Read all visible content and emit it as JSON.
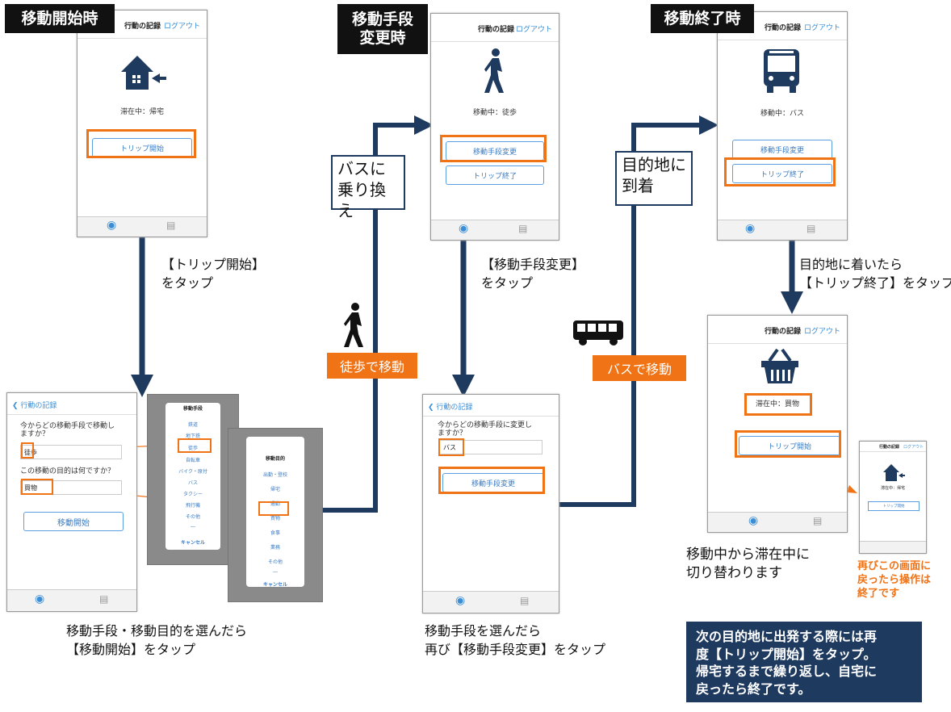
{
  "tags": {
    "start": "移動開始時",
    "change_line1": "移動手段",
    "change_line2": "変更時",
    "end": "移動終了時"
  },
  "app": {
    "title": "行動の記録",
    "logout": "ログアウト",
    "back": "行動の記録"
  },
  "phone1": {
    "status": "滞在中：帰宅",
    "button": "トリップ開始"
  },
  "phone2": {
    "status": "移動中：徒歩",
    "button_change": "移動手段変更",
    "button_end": "トリップ終了"
  },
  "phone3": {
    "status": "移動中：バス",
    "button_change": "移動手段変更",
    "button_end": "トリップ終了"
  },
  "phone4": {
    "status": "滞在中：買物",
    "button": "トリップ開始"
  },
  "phone_small": {
    "title": "行動の記録",
    "logout": "ログアウト",
    "status": "滞在中：帰宅",
    "button": "トリップ開始"
  },
  "form1": {
    "q1": "今からどの移動手段で移動しますか？",
    "v1": "徒歩",
    "q2": "この移動の目的は何ですか？",
    "v2": "買物",
    "button": "移動開始"
  },
  "modal_mode": {
    "title": "移動手段",
    "options": [
      "鉄道",
      "地下鉄",
      "徒歩",
      "自転車",
      "バイク・原付",
      "バス",
      "タクシー",
      "飛行機",
      "その他",
      "―"
    ],
    "cancel": "キャンセル"
  },
  "modal_purpose": {
    "title": "移動目的",
    "options": [
      "出勤・登校",
      "帰宅",
      "通勤",
      "買物",
      "食事",
      "業務",
      "その他",
      "―"
    ],
    "cancel": "キャンセル"
  },
  "form2": {
    "q1": "今からどの移動手段に変更しますか？",
    "v1": "バス",
    "button": "移動手段変更"
  },
  "captions": {
    "tap_start_1": "【トリップ開始】",
    "tap_start_2": "をタップ",
    "tap_change_1": "【移動手段変更】",
    "tap_change_2": "をタップ",
    "arrive_1": "目的地に着いたら",
    "arrive_2": "【トリップ終了】をタップ",
    "select_1": "移動手段・移動目的を選んだら",
    "select_2": "【移動開始】をタップ",
    "select2_1": "移動手段を選んだら",
    "select2_2": "再び【移動手段変更】をタップ",
    "switch_1": "移動中から滞在中に",
    "switch_2": "切り替わります"
  },
  "boxes": {
    "bus_change_1": "バスに",
    "bus_change_2": "乗り換え",
    "arrive_1": "目的地に",
    "arrive_2": "到着",
    "walk_move": "徒歩で移動",
    "bus_move": "バスで移動"
  },
  "notes": {
    "orange_1": "再びこの画面に",
    "orange_2": "戻ったら操作は",
    "orange_3": "終了です",
    "navy_1": "次の目的地に出発する際には再",
    "navy_2": "度【トリップ開始】をタップ。",
    "navy_3": "帰宅するまで繰り返し、自宅に",
    "navy_4": "戻ったら終了です。"
  },
  "colors": {
    "navy": "#1f3a5f",
    "orange": "#f07316",
    "link": "#3a8ed8"
  }
}
